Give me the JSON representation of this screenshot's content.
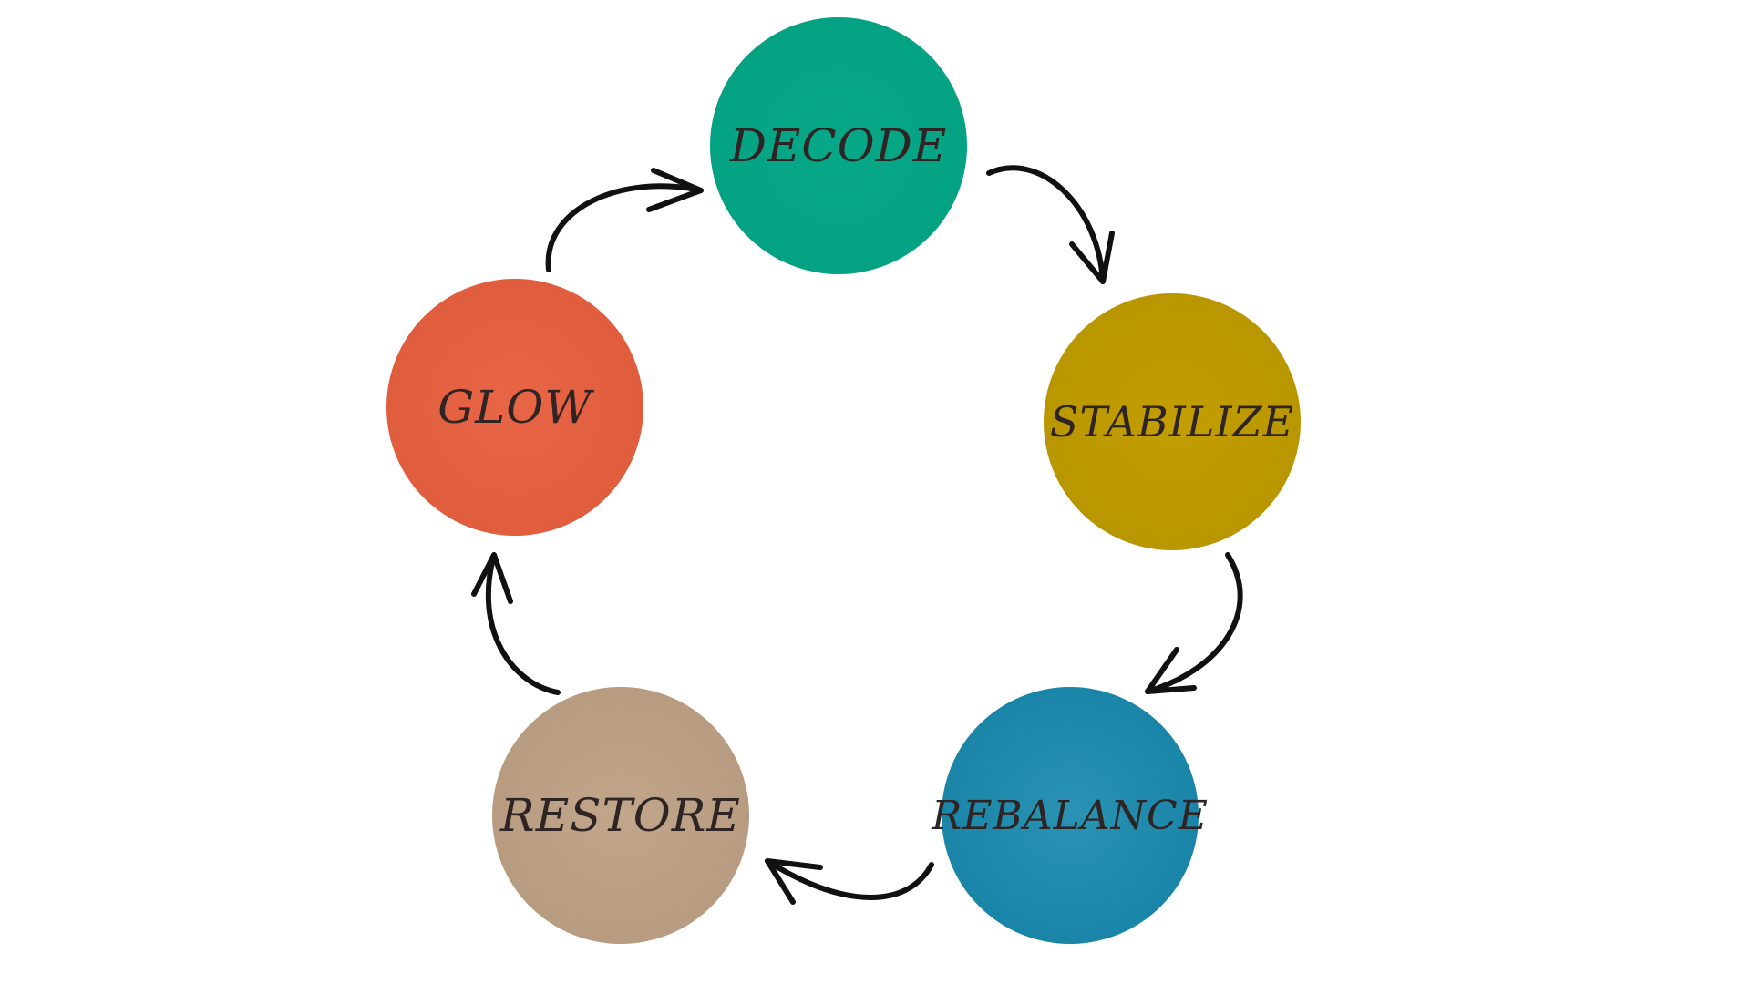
{
  "diagram": {
    "type": "cycle",
    "nodes": [
      {
        "label": "DECODE",
        "color": "#04a282"
      },
      {
        "label": "STABILIZE",
        "color": "#b89600"
      },
      {
        "label": "REBALANCE",
        "color": "#1a85a8"
      },
      {
        "label": "RESTORE",
        "color": "#b89c82"
      },
      {
        "label": "GLOW",
        "color": "#e05d3e"
      }
    ],
    "edges": [
      {
        "from": "DECODE",
        "to": "STABILIZE"
      },
      {
        "from": "STABILIZE",
        "to": "REBALANCE"
      },
      {
        "from": "REBALANCE",
        "to": "RESTORE"
      },
      {
        "from": "RESTORE",
        "to": "GLOW"
      },
      {
        "from": "GLOW",
        "to": "DECODE"
      }
    ]
  }
}
